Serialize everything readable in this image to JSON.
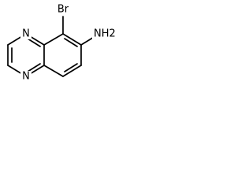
{
  "molecule": {
    "atoms": {
      "bromine": "Br",
      "amine": "NH2",
      "ring_nitrogen_top": "N",
      "ring_nitrogen_bottom": "N"
    }
  }
}
